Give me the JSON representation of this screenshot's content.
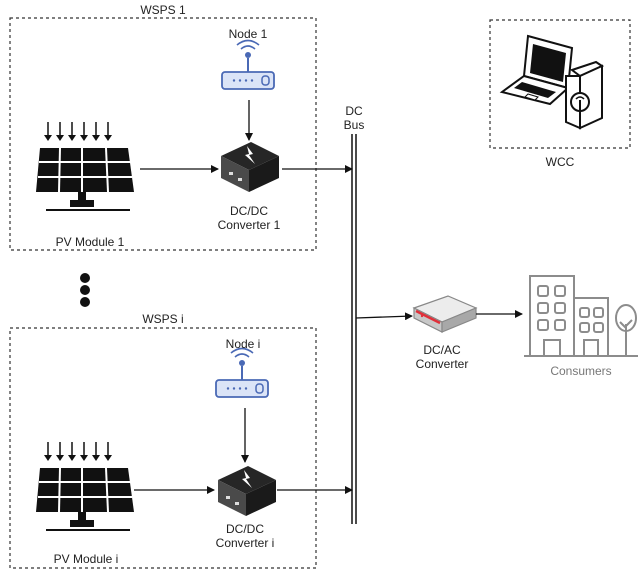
{
  "wsps_1": {
    "title": "WSPS 1",
    "node_label": "Node 1",
    "converter_label": [
      "DC/DC",
      "Converter 1"
    ],
    "pv_label": "PV Module 1"
  },
  "wsps_i": {
    "title": "WSPS i",
    "node_label": "Node i",
    "converter_label": [
      "DC/DC",
      "Converter i"
    ],
    "pv_label": "PV Module i"
  },
  "bus_label": [
    "DC",
    "Bus"
  ],
  "wcc_label": "WCC",
  "dcac_label": [
    "DC/AC",
    "Converter"
  ],
  "consumers_label": "Consumers",
  "colors": {
    "router_fill": "#dbe4f7",
    "router_stroke": "#4a69b5",
    "consumers_stroke": "#8c8c8c",
    "dcac_accent": "#e0303a"
  }
}
